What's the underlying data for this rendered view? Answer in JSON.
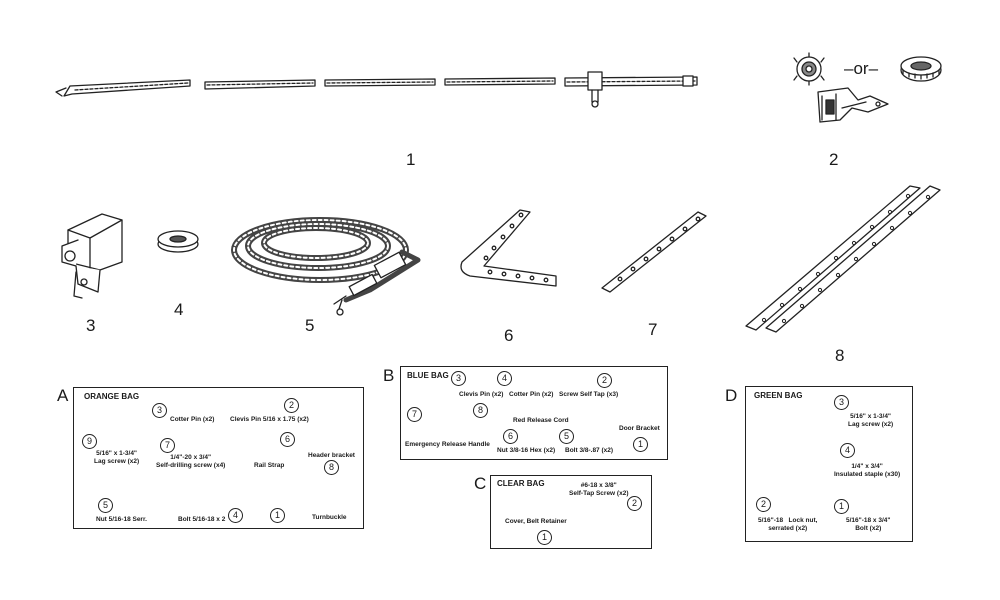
{
  "parts": {
    "p1": "1",
    "p2": "2",
    "p3": "3",
    "p4": "4",
    "p5": "5",
    "p6": "6",
    "p7": "7",
    "p8": "8"
  },
  "or_text": "–or–",
  "groups": {
    "A": {
      "letter": "A",
      "title": "ORANGE BAG",
      "items": {
        "cotter": {
          "num": "3",
          "label": "Cotter Pin (x2)"
        },
        "clevis": {
          "num": "2",
          "label": "Clevis Pin 5/16 x 1.75 (x2)"
        },
        "lag": {
          "num": "9",
          "label": "5/16\" x 1-3/4\"\nLag screw (x2)"
        },
        "selfdrill": {
          "num": "7",
          "label": "1/4\"-20 x 3/4\"\nSelf-drilling screw (x4)"
        },
        "railstrap": {
          "num": "6",
          "label": "Rail Strap"
        },
        "header": {
          "num": "8",
          "label": "Header bracket"
        },
        "nut": {
          "num": "5",
          "label": "Nut 5/16-18 Serr."
        },
        "bolt": {
          "num": "4",
          "label": "Bolt 5/16-18 x 2"
        },
        "turnbuckle": {
          "num": "1",
          "label": "Turnbuckle"
        }
      }
    },
    "B": {
      "letter": "B",
      "title": "BLUE BAG",
      "items": {
        "clevis": {
          "num": "3",
          "label": "Clevis Pin (x2)"
        },
        "cotter": {
          "num": "4",
          "label": "Cotter Pin (x2)"
        },
        "screw": {
          "num": "2",
          "label": "Screw Self Tap (x3)"
        },
        "handle": {
          "num": "7",
          "label": "Emergency Release Handle"
        },
        "cord": {
          "num": "8",
          "label": "Red Release Cord"
        },
        "nut": {
          "num": "6",
          "label": "Nut 3/8-16 Hex (x2)"
        },
        "bolt": {
          "num": "5",
          "label": "Bolt 3/8-.87 (x2)"
        },
        "door": {
          "num": "1",
          "label": "Door Bracket"
        }
      }
    },
    "C": {
      "letter": "C",
      "title": "CLEAR BAG",
      "items": {
        "screw": {
          "num": "2",
          "label": "#6-18 x 3/8\"\nSelf-Tap Screw (x2)"
        },
        "cover": {
          "num": "1",
          "label": "Cover, Belt Retainer"
        }
      }
    },
    "D": {
      "letter": "D",
      "title": "GREEN BAG",
      "items": {
        "lag": {
          "num": "3",
          "label": "5/16\" x 1-3/4\"\nLag screw (x2)"
        },
        "staple": {
          "num": "4",
          "label": "1/4\" x 3/4\"\nInsulated staple (x30)"
        },
        "locknut": {
          "num": "2",
          "label": "5/16\"-18   Lock nut,\nserrated (x2)"
        },
        "bolt": {
          "num": "1",
          "label": "5/16\"-18 x 3/4\"\nBolt (x2)"
        }
      }
    }
  }
}
